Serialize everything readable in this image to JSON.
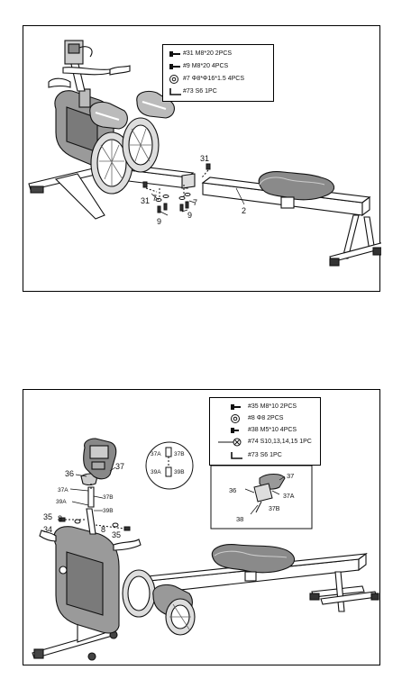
{
  "step1": {
    "parts": [
      {
        "icon": "bolt-icon",
        "label": "#31 M8*20 2PCS"
      },
      {
        "icon": "bolt-icon",
        "label": "#9 M8*20 4PCS"
      },
      {
        "icon": "washer-icon",
        "label": "#7 Φ8*Φ16*1.5  4PCS"
      },
      {
        "icon": "allen-key-icon",
        "label": "#73 S6 1PC"
      }
    ],
    "callouts": {
      "c31a": "31",
      "c31b": "31",
      "c7a": "7",
      "c7b": "7",
      "c9a": "9",
      "c9b": "9",
      "c2": "2"
    }
  },
  "step2": {
    "parts": [
      {
        "icon": "bolt-icon",
        "label": "#35  M8*10  2PCS"
      },
      {
        "icon": "washer-icon",
        "label": "#8  Φ8  2PCS"
      },
      {
        "icon": "bolt-icon",
        "label": "#38 M5*10    4PCS"
      },
      {
        "icon": "screwdriver-icon",
        "label": "#74 S10,13,14,15 1PC"
      },
      {
        "icon": "allen-key-icon",
        "label": "#73  S6  1PC"
      }
    ],
    "callouts": {
      "c36": "36",
      "c37": "37",
      "c37a": "37A",
      "c37b": "37B",
      "c39a": "39A",
      "c39b": "39B",
      "c35a": "35",
      "c35b": "35",
      "c8a": "8",
      "c8b": "8",
      "c34": "34"
    },
    "circle_detail": {
      "c37a": "37A",
      "c37b": "37B",
      "c39a": "39A",
      "c39b": "39B"
    },
    "inset_detail": {
      "c36": "36",
      "c37": "37",
      "c37a": "37A",
      "c37b": "37B",
      "c38": "38"
    }
  }
}
